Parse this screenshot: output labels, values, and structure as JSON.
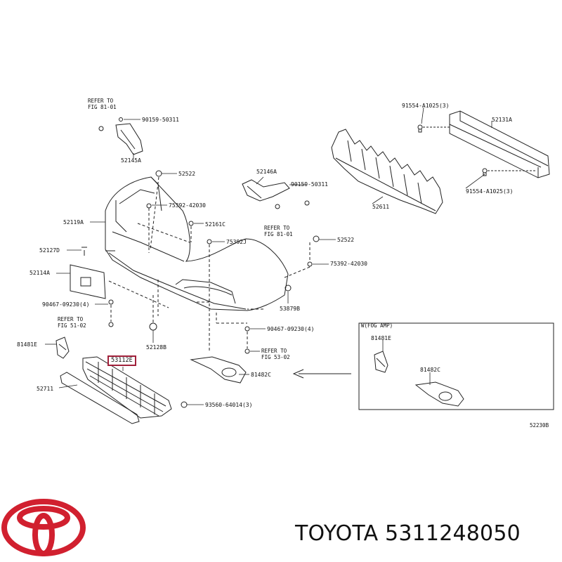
{
  "diagram": {
    "parts": {
      "p52131A": "52131A",
      "p52611": "52611",
      "p91554_top": "91554-A1025(3)",
      "p91554_bot": "91554-A1025(3)",
      "p90159_top": "90159-50311",
      "p52145A": "52145A",
      "p52522_top": "52522",
      "p75392_top": "75392-42030",
      "p52161C": "52161C",
      "p75392J": "75392J",
      "p52146A": "52146A",
      "p90159_mid": "90159-50311",
      "p52522_mid": "52522",
      "p75392_mid": "75392-42030",
      "p53879B": "53879B",
      "p52119A": "52119A",
      "p52127D": "52127D",
      "p52114A": "52114A",
      "p90467_left": "90467-09230(4)",
      "p52128B": "52128B",
      "p90467_mid": "90467-09230(4)",
      "p81481E_left": "81481E",
      "p53112E": "53112E",
      "p52711": "52711",
      "p93560": "93560-64014(3)",
      "p81482C_main": "81482C",
      "p81481E_box": "81481E",
      "p81482C_box": "81482C",
      "fog_box_label": "W(FOG AMP)",
      "diagram_code": "52230B"
    },
    "refs": {
      "ref_81_top": "REFER TO\nFIG 81-01",
      "ref_81_mid": "REFER TO\nFIG 81-01",
      "ref_51": "REFER TO\nFIG 51-02",
      "ref_53": "REFER TO\nFIG 53-02"
    }
  },
  "footer": {
    "brand": "TOYOTA 5311248050"
  },
  "colors": {
    "highlight": "#a0203a",
    "logo": "#d1202f",
    "line": "#222222"
  }
}
